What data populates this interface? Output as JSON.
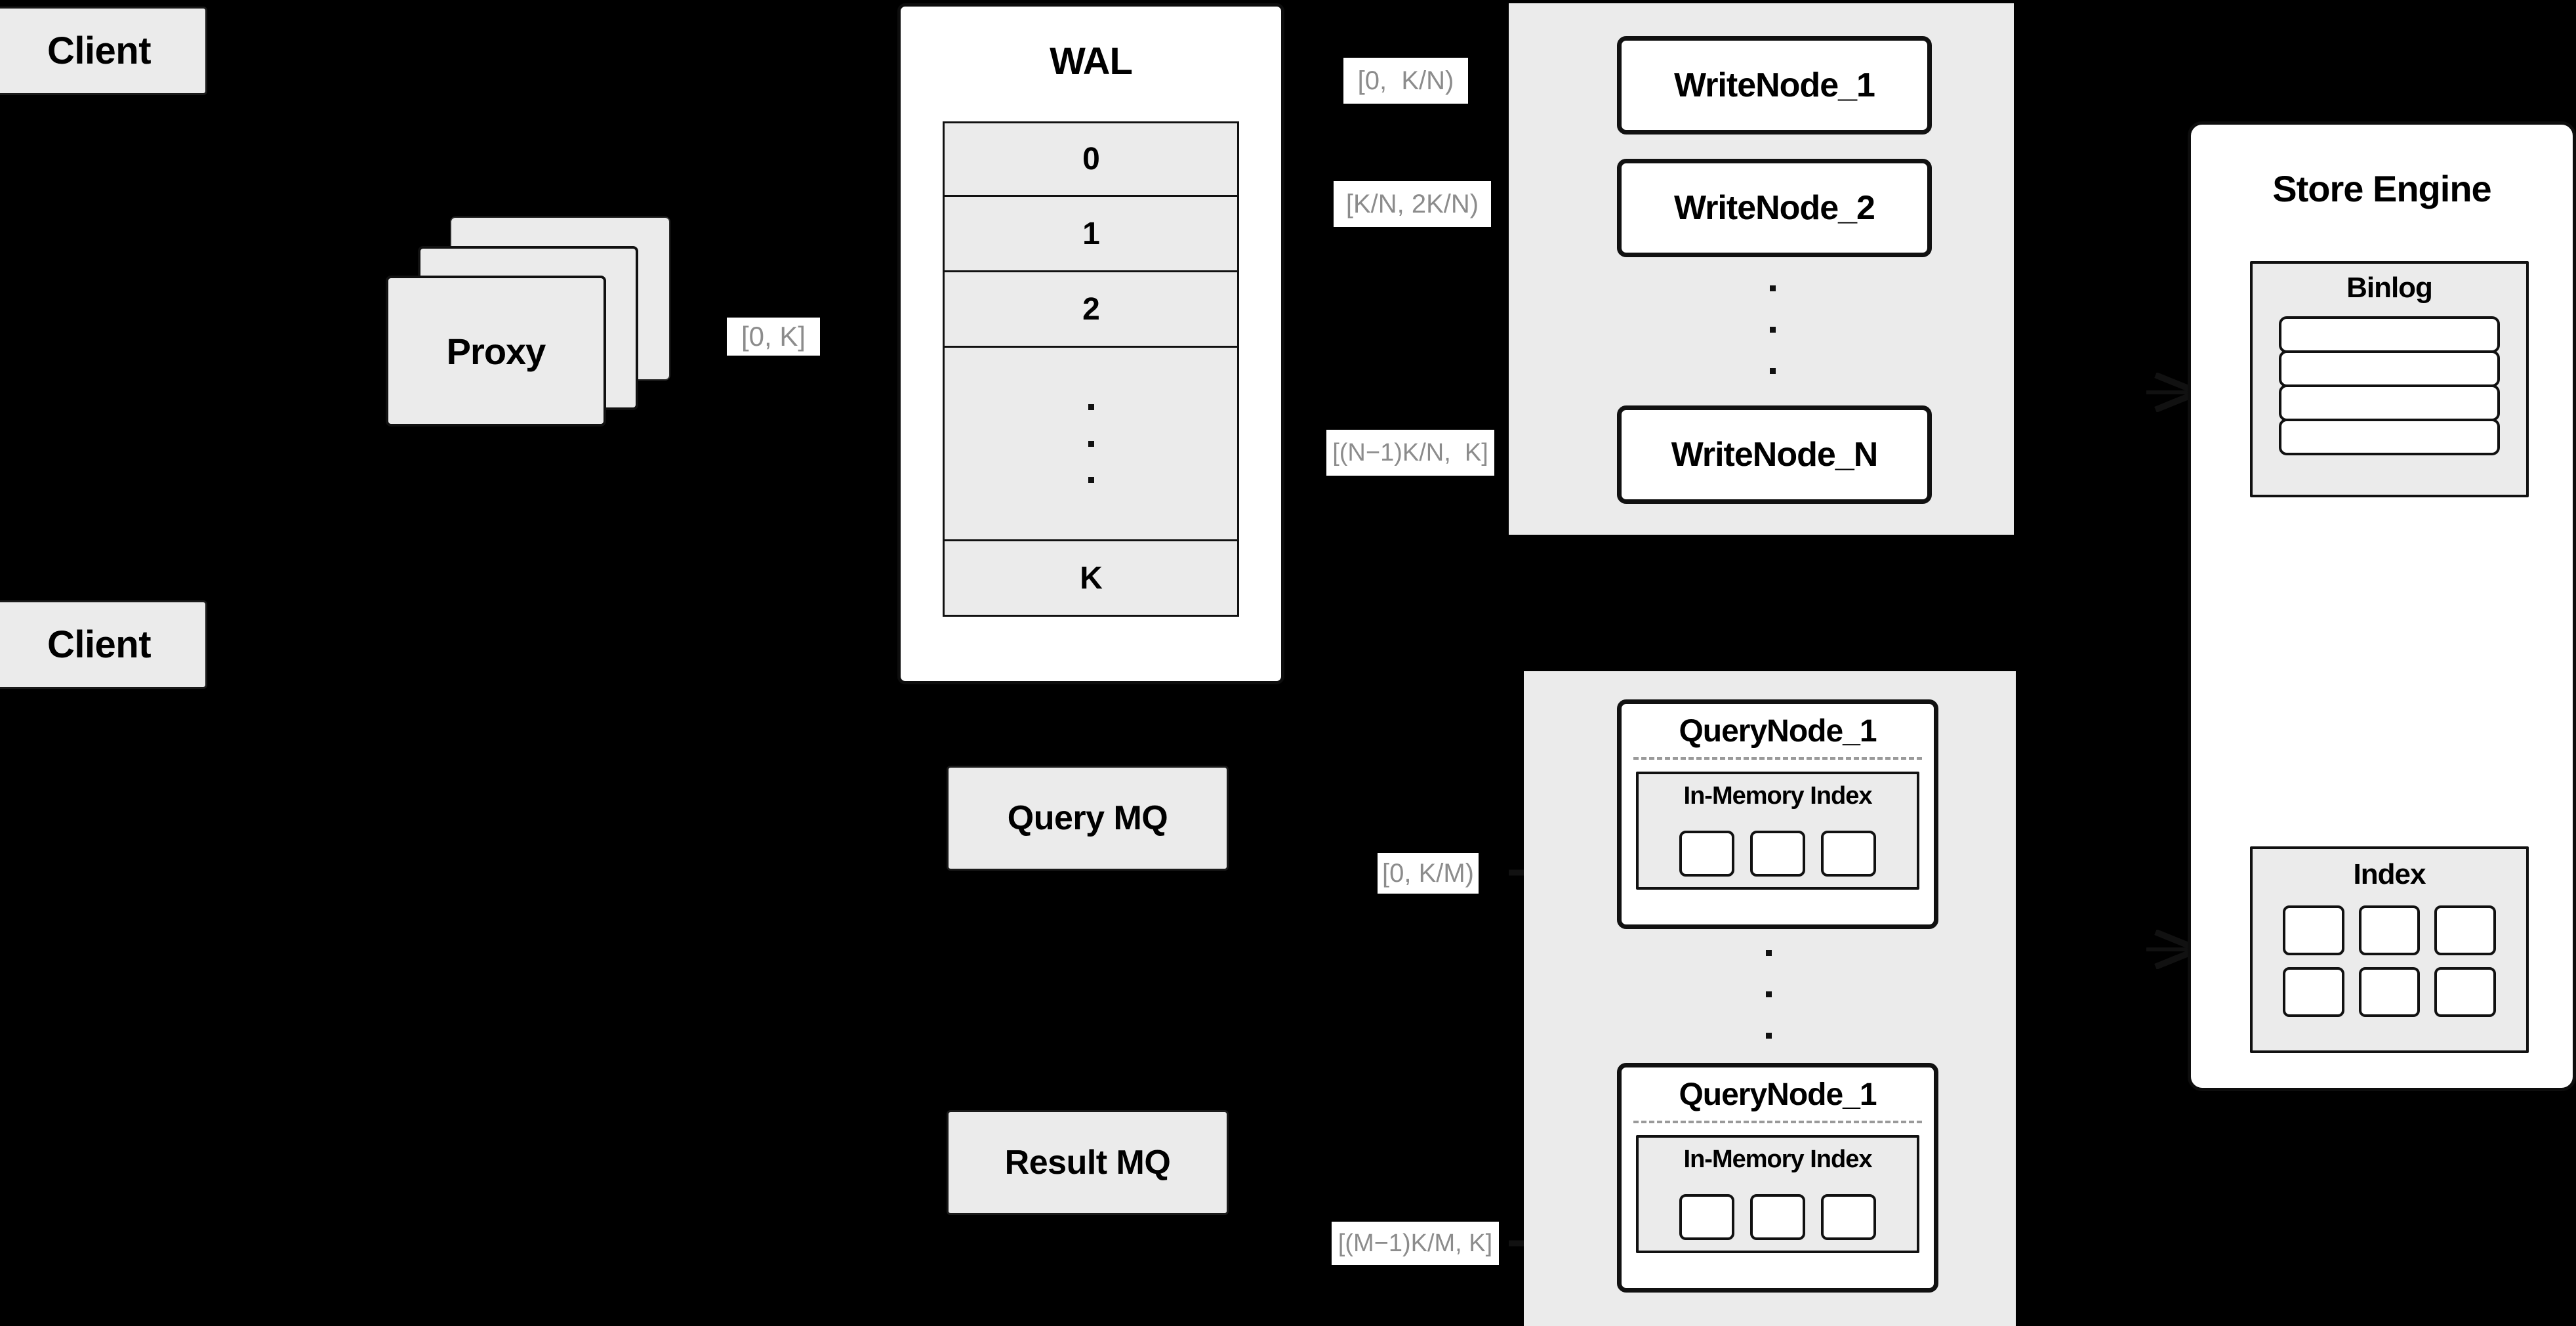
{
  "theme": {
    "background": "#000000",
    "node_fill": "#ebebeb",
    "panel_fill": "#ffffff",
    "stroke": "#111111",
    "label_text": "#8c8c8c"
  },
  "clients": [
    {
      "label": "Client"
    },
    {
      "label": "Client"
    }
  ],
  "proxy": {
    "label": "Proxy",
    "stack_count": 3,
    "range_label": "[0, K]"
  },
  "wal": {
    "title": "WAL",
    "entries": [
      "0",
      "1",
      "2",
      "⋮",
      "K"
    ],
    "ellipsis_index": 3
  },
  "write_cluster": {
    "nodes": [
      {
        "label": "WriteNode_1",
        "range_label": "[0,  K/N)"
      },
      {
        "label": "WriteNode_2",
        "range_label": "[K/N, 2K/N)"
      },
      {
        "label": "WriteNode_N",
        "range_label": "[(N−1)K/N,  K]"
      }
    ],
    "ellipsis": "⋮"
  },
  "query_mq": {
    "label": "Query MQ"
  },
  "result_mq": {
    "label": "Result MQ"
  },
  "query_cluster": {
    "nodes": [
      {
        "label": "QueryNode_1",
        "range_label": "[0, K/M)",
        "index": {
          "label": "In-Memory Index",
          "segment_count": 3
        }
      },
      {
        "label": "QueryNode_1",
        "range_label": "[(M−1)K/M, K]",
        "index": {
          "label": "In-Memory Index",
          "segment_count": 3
        }
      }
    ],
    "ellipsis": "⋮"
  },
  "store_engine": {
    "title": "Store Engine",
    "binlog": {
      "label": "Binlog",
      "row_count": 4
    },
    "index": {
      "label": "Index",
      "cell_count": 6,
      "columns": 3
    }
  }
}
